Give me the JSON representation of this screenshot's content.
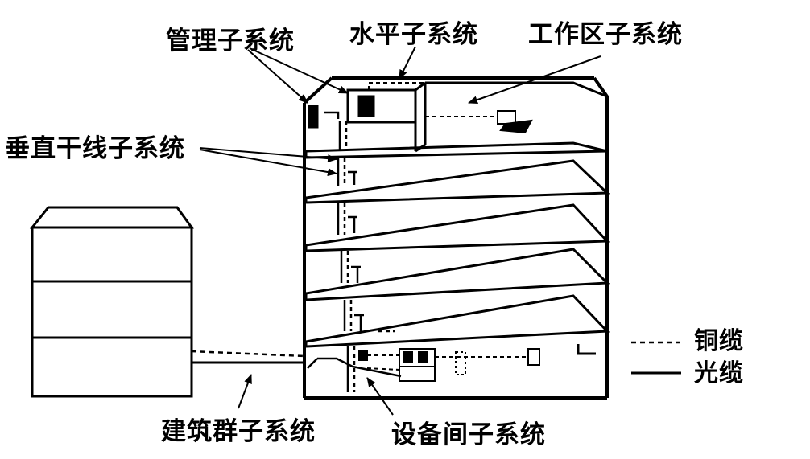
{
  "diagram": {
    "labels": {
      "management": "管理子系统",
      "horizontal": "水平子系统",
      "work_area": "工作区子系统",
      "vertical": "垂直干线子系统",
      "campus": "建筑群子系统",
      "equipment_room": "设备间子系统"
    },
    "legend": {
      "copper": "铜缆",
      "fiber": "光缆"
    },
    "colors": {
      "ink": "#000000",
      "paper": "#ffffff"
    }
  }
}
